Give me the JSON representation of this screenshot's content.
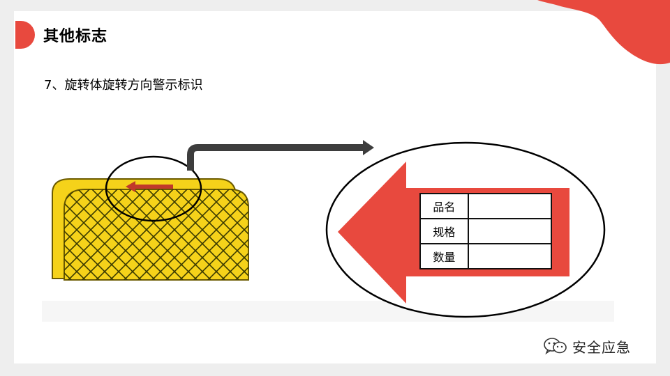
{
  "slide": {
    "title": "其他标志",
    "subtitle": "7、旋转体旋转方向警示标识"
  },
  "label": {
    "rows": [
      {
        "key": "品名",
        "value": ""
      },
      {
        "key": "规格",
        "value": ""
      },
      {
        "key": "数量",
        "value": ""
      }
    ]
  },
  "watermark": {
    "text": "安全应急",
    "icon": "wechat-icon"
  },
  "colors": {
    "accent_red": "#e8493e",
    "object_yellow": "#f5d21a",
    "connector_gray": "#3d3d3d"
  }
}
